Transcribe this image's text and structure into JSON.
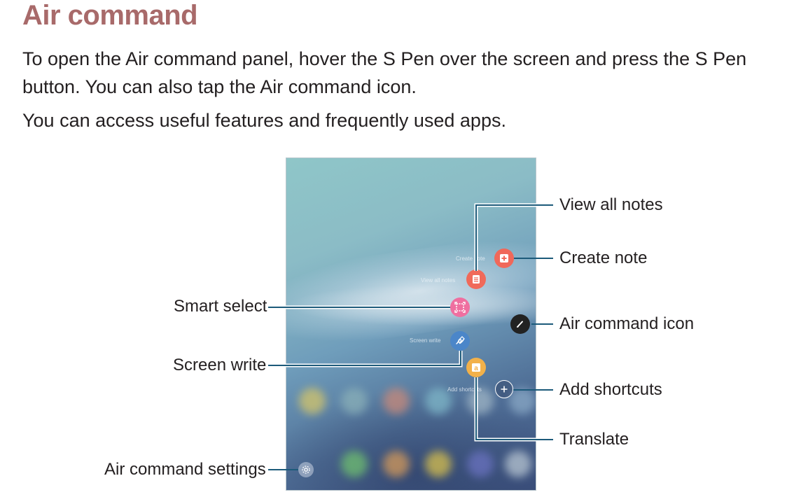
{
  "heading": "Air command",
  "paragraphs": {
    "p1": "To open the Air command panel, hover the S Pen over the screen and press the S Pen button. You can also tap the Air command icon.",
    "p2": "You can access useful features and frequently used apps."
  },
  "screen_labels": {
    "create_note": "Create note",
    "view_all_notes": "View all notes",
    "screen_write": "Screen write",
    "add_shortcuts": "Add shortcuts"
  },
  "callouts": {
    "view_all_notes": "View all notes",
    "create_note": "Create note",
    "smart_select": "Smart select",
    "air_command_icon": "Air command icon",
    "screen_write": "Screen write",
    "add_shortcuts": "Add shortcuts",
    "translate": "Translate",
    "air_command_settings": "Air command settings"
  },
  "icons": {
    "create_note": "note-plus-icon",
    "view_all_notes": "notes-list-icon",
    "smart_select": "smart-select-icon",
    "screen_write": "pen-write-icon",
    "translate": "translate-icon",
    "air_command": "pen-icon",
    "add_shortcuts": "plus-icon",
    "settings": "gear-icon"
  },
  "colors": {
    "heading": "#a86a6a",
    "create_note": "#f0685a",
    "view_all_notes": "#f06a5a",
    "smart_select": "#ef6fa0",
    "screen_write": "#4b86c9",
    "translate": "#f2b14a",
    "air_command": "#222222"
  }
}
